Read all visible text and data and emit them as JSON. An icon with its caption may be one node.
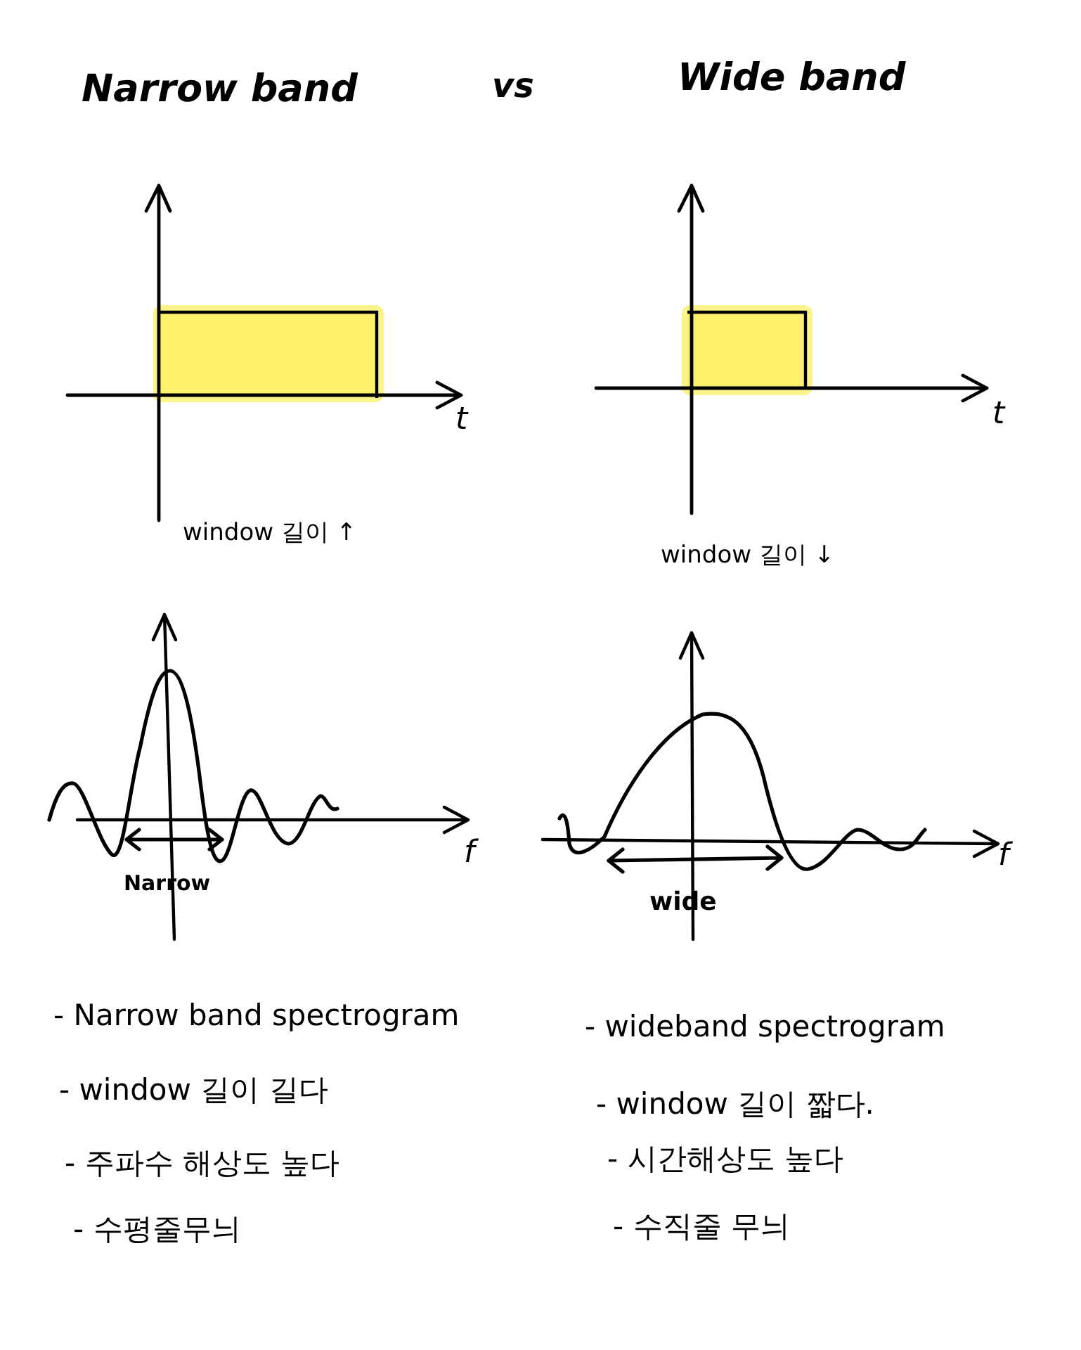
{
  "diagram": {
    "labels": [
      "Narrow band",
      "vs",
      "Wide band",
      "t",
      "t",
      "window 길이 ↑",
      "window 길이 ↓",
      "f",
      "f",
      "Narrow",
      "wide",
      "- Narrow band spectrogram",
      "- window 길이 길다",
      "- 주파수 해상도 높다",
      "- 수평줄무늬",
      "- wideband spectrogram",
      "- window 길이 짧다.",
      "- 시간해상도 높다",
      "- 수직줄 무늬"
    ]
  }
}
